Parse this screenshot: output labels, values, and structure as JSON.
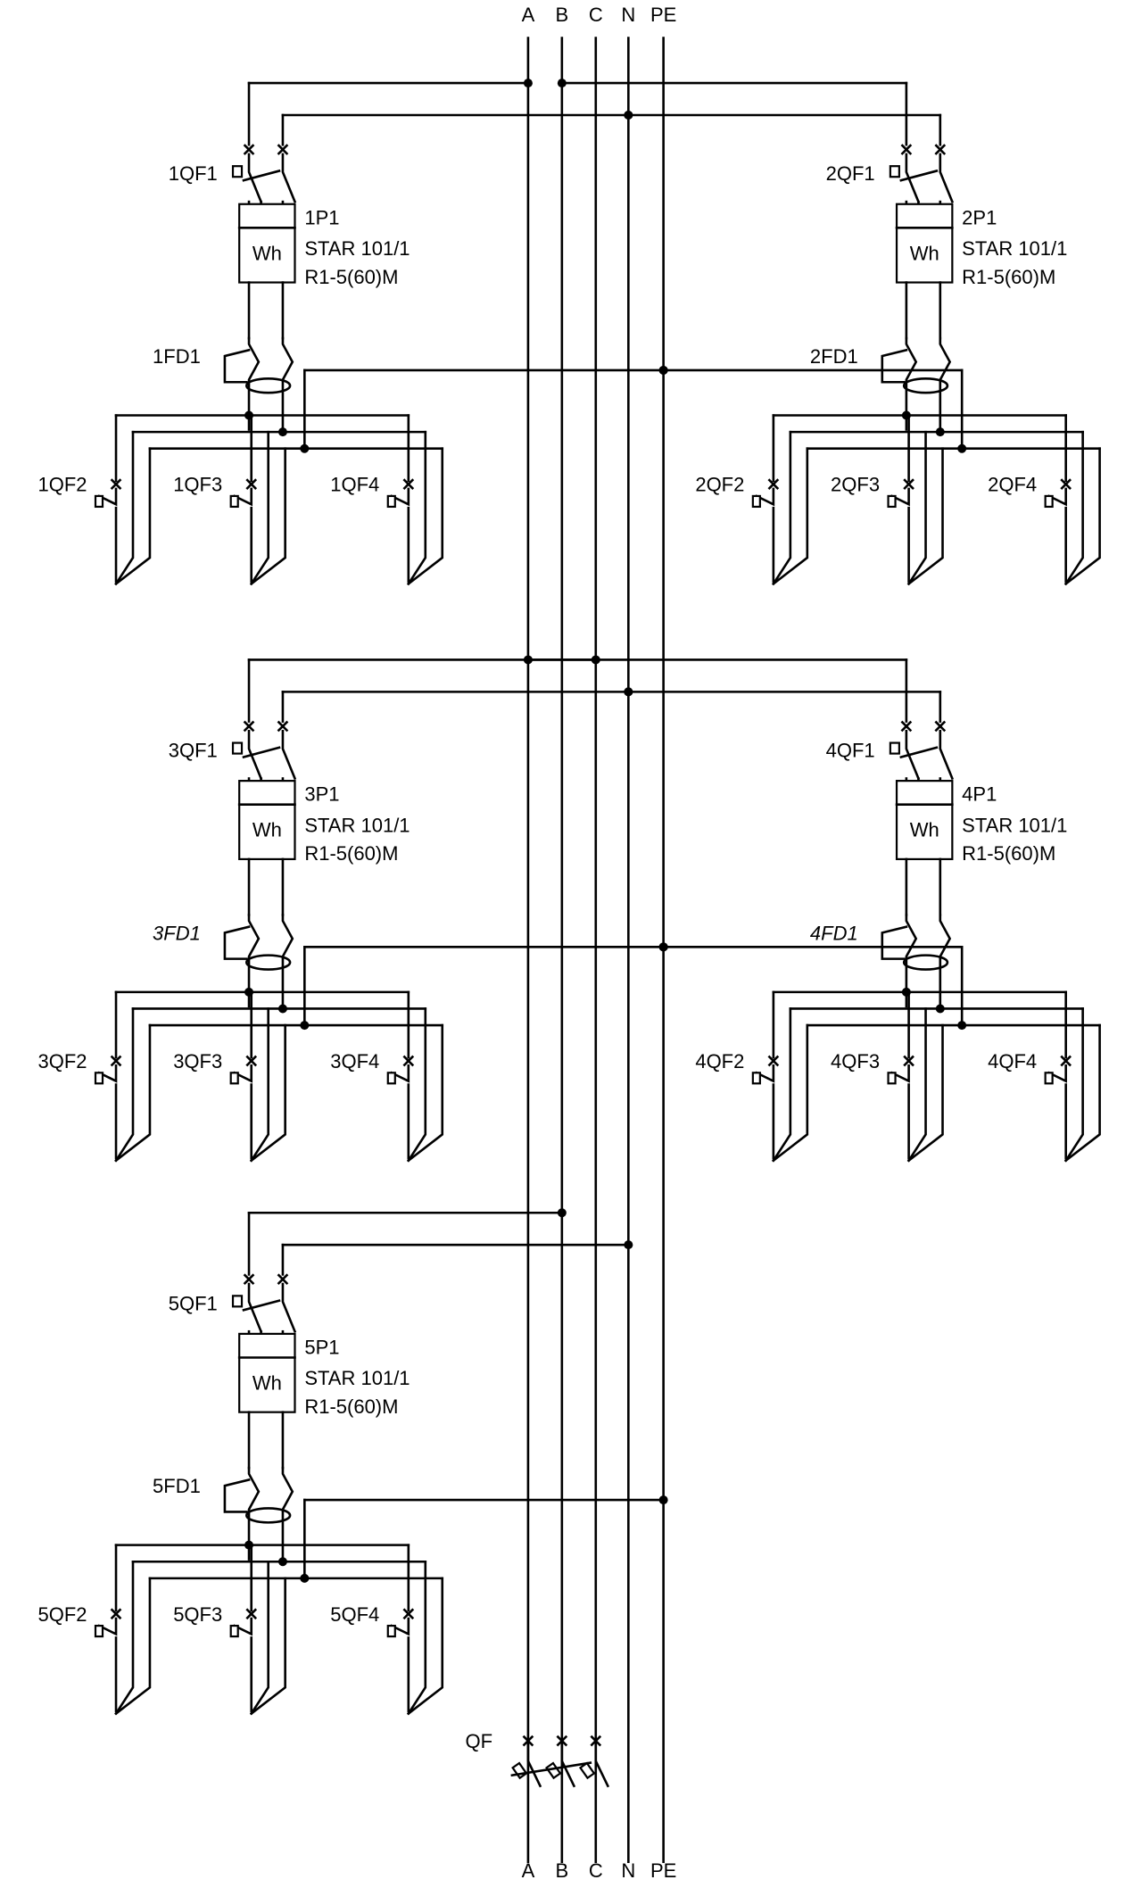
{
  "busbars": [
    {
      "label": "A"
    },
    {
      "label": "B"
    },
    {
      "label": "C"
    },
    {
      "label": "N"
    },
    {
      "label": "PE"
    }
  ],
  "main_breaker": {
    "label": "QF"
  },
  "meter_symbol": "Wh",
  "meter_model": "STAR 101/1",
  "meter_rating": "R1-5(60)M",
  "groups": [
    {
      "breaker": "1QF1",
      "meter": "1P1",
      "rcd": "1FD1",
      "rcd_italic": false,
      "outgoing": [
        "1QF2",
        "1QF3",
        "1QF4"
      ]
    },
    {
      "breaker": "2QF1",
      "meter": "2P1",
      "rcd": "2FD1",
      "rcd_italic": false,
      "outgoing": [
        "2QF2",
        "2QF3",
        "2QF4"
      ]
    },
    {
      "breaker": "3QF1",
      "meter": "3P1",
      "rcd": "3FD1",
      "rcd_italic": true,
      "outgoing": [
        "3QF2",
        "3QF3",
        "3QF4"
      ]
    },
    {
      "breaker": "4QF1",
      "meter": "4P1",
      "rcd": "4FD1",
      "rcd_italic": true,
      "outgoing": [
        "4QF2",
        "4QF3",
        "4QF4"
      ]
    },
    {
      "breaker": "5QF1",
      "meter": "5P1",
      "rcd": "5FD1",
      "rcd_italic": false,
      "outgoing": [
        "5QF2",
        "5QF3",
        "5QF4"
      ]
    }
  ]
}
